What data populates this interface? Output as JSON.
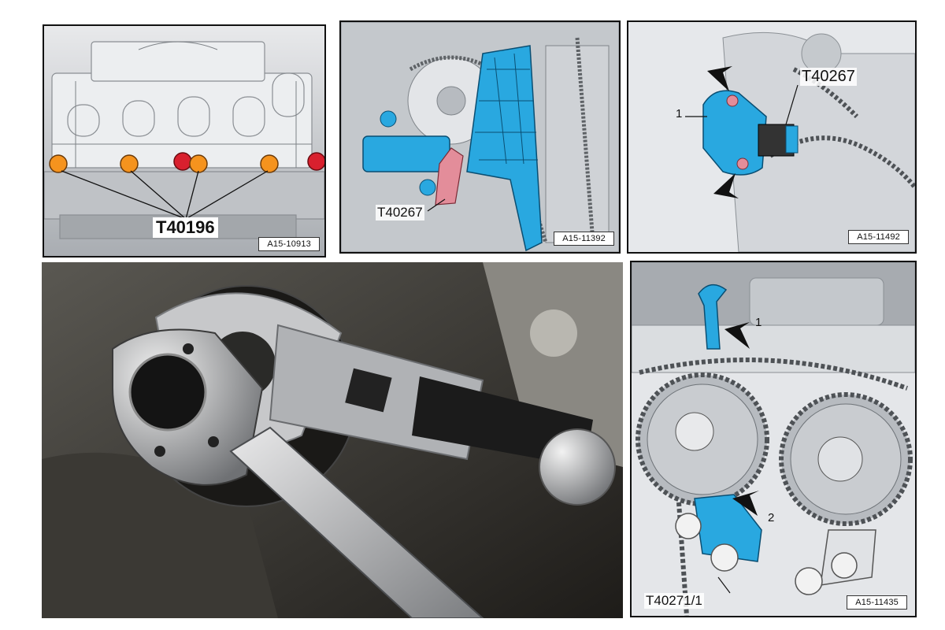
{
  "panels": [
    {
      "id": "panel-1",
      "ref": "A15-10913",
      "tool_label": "T40196",
      "plug_colors": [
        "#f5931e",
        "#f5931e",
        "#d8202e",
        "#f5931e",
        "#f5931e",
        "#d8202e"
      ]
    },
    {
      "id": "panel-2",
      "ref": "A15-11392",
      "tool_label": "T40267",
      "accent": "#29a8e0"
    },
    {
      "id": "panel-3",
      "ref": "A15-11492",
      "tool_label": "T40267",
      "callout": "1",
      "accent": "#29a8e0"
    },
    {
      "id": "panel-4",
      "description_icon": "ratchet-wrench-photo"
    },
    {
      "id": "panel-5",
      "ref": "A15-11435",
      "tool_label": "T40271/1",
      "callouts": [
        "1",
        "2"
      ],
      "accent": "#29a8e0"
    }
  ]
}
